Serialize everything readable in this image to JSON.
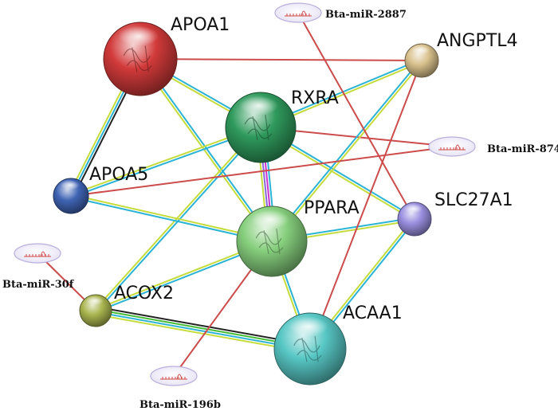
{
  "network": {
    "proteins": [
      {
        "id": "APOA1",
        "label": "APOA1",
        "color": "#d23a3a"
      },
      {
        "id": "RXRA",
        "label": "RXRA",
        "color": "#2f9a5c"
      },
      {
        "id": "ANGPTL4",
        "label": "ANGPTL4",
        "color": "#d8c08c"
      },
      {
        "id": "APOA5",
        "label": "APOA5",
        "color": "#3f64b4"
      },
      {
        "id": "PPARA",
        "label": "PPARA",
        "color": "#86cf7d"
      },
      {
        "id": "SLC27A1",
        "label": "SLC27A1",
        "color": "#9a8fe0"
      },
      {
        "id": "ACOX2",
        "label": "ACOX2",
        "color": "#a9b54f"
      },
      {
        "id": "ACAA1",
        "label": "ACAA1",
        "color": "#57c7c4"
      }
    ],
    "mirnas": [
      {
        "id": "miR2887",
        "label": "Bta-miR-2887"
      },
      {
        "id": "miR874",
        "label": "Bta-miR-874"
      },
      {
        "id": "miR30f",
        "label": "Bta-miR-30f"
      },
      {
        "id": "miR196b",
        "label": "Bta-miR-196b"
      }
    ],
    "edge_colors": {
      "cyan": "#2bb3d6",
      "yellow": "#c6dc3c",
      "black": "#222222",
      "magenta": "#cc33cc",
      "purple": "#8866dd",
      "green": "#44bb33",
      "red": "#cc4b4b"
    },
    "edges": [
      {
        "from": "APOA1",
        "to": "APOA5",
        "colors": [
          "black",
          "cyan",
          "yellow"
        ]
      },
      {
        "from": "APOA1",
        "to": "RXRA",
        "colors": [
          "cyan",
          "yellow"
        ]
      },
      {
        "from": "APOA1",
        "to": "PPARA",
        "colors": [
          "cyan",
          "yellow"
        ]
      },
      {
        "from": "APOA1",
        "to": "ANGPTL4",
        "colors": [
          "red"
        ]
      },
      {
        "from": "RXRA",
        "to": "PPARA",
        "colors": [
          "cyan",
          "magenta",
          "purple",
          "yellow"
        ]
      },
      {
        "from": "RXRA",
        "to": "APOA5",
        "colors": [
          "cyan",
          "yellow"
        ]
      },
      {
        "from": "RXRA",
        "to": "ACOX2",
        "colors": [
          "cyan",
          "yellow"
        ]
      },
      {
        "from": "RXRA",
        "to": "SLC27A1",
        "colors": [
          "cyan",
          "yellow"
        ]
      },
      {
        "from": "RXRA",
        "to": "ANGPTL4",
        "colors": [
          "cyan",
          "yellow"
        ]
      },
      {
        "from": "RXRA",
        "to": "miR874",
        "colors": [
          "red"
        ]
      },
      {
        "from": "PPARA",
        "to": "ANGPTL4",
        "colors": [
          "cyan",
          "yellow"
        ]
      },
      {
        "from": "PPARA",
        "to": "APOA5",
        "colors": [
          "cyan",
          "yellow"
        ]
      },
      {
        "from": "PPARA",
        "to": "SLC27A1",
        "colors": [
          "cyan",
          "yellow"
        ]
      },
      {
        "from": "PPARA",
        "to": "ACOX2",
        "colors": [
          "cyan",
          "yellow"
        ]
      },
      {
        "from": "PPARA",
        "to": "ACAA1",
        "colors": [
          "cyan",
          "yellow"
        ]
      },
      {
        "from": "ACOX2",
        "to": "ACAA1",
        "colors": [
          "black",
          "green",
          "cyan",
          "yellow"
        ]
      },
      {
        "from": "SLC27A1",
        "to": "ACAA1",
        "colors": [
          "cyan",
          "yellow"
        ]
      },
      {
        "from": "ANGPTL4",
        "to": "ACAA1",
        "colors": [
          "red"
        ]
      },
      {
        "from": "APOA5",
        "to": "miR874",
        "colors": [
          "red"
        ]
      },
      {
        "from": "miR2887",
        "to": "SLC27A1",
        "colors": [
          "red"
        ]
      },
      {
        "from": "miR30f",
        "to": "ACOX2",
        "colors": [
          "red"
        ]
      },
      {
        "from": "miR196b",
        "to": "PPARA",
        "colors": [
          "red"
        ]
      }
    ]
  }
}
